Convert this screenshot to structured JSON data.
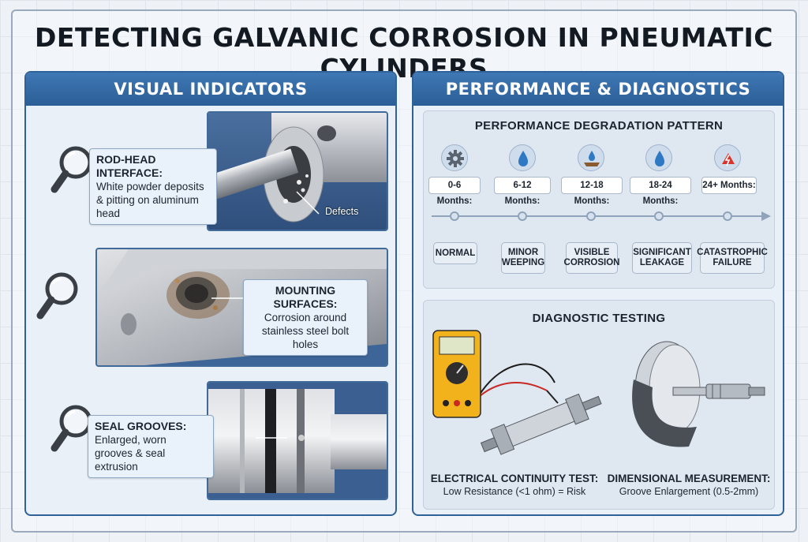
{
  "title": "DETECTING GALVANIC CORROSION IN PNEUMATIC CYLINDERS",
  "visual_indicators": {
    "header": "VISUAL INDICATORS",
    "items": [
      {
        "title": "ROD-HEAD INTERFACE:",
        "text": "White powder deposits & pitting on aluminum head",
        "pointer": "Defects"
      },
      {
        "title": "MOUNTING SURFACES:",
        "text": "Corrosion around stainless steel bolt holes"
      },
      {
        "title": "SEAL GROOVES:",
        "text": "Enlarged, worn grooves & seal extrusion"
      }
    ]
  },
  "performance": {
    "header": "PERFORMANCE & DIAGNOSTICS",
    "degradation": {
      "title": "PERFORMANCE DEGRADATION PATTERN",
      "stages": [
        {
          "period": "0-6 Months:",
          "state": "NORMAL",
          "icon": "gear-icon"
        },
        {
          "period": "6-12 Months:",
          "state": "MINOR WEEPING",
          "icon": "water-drop-icon"
        },
        {
          "period": "12-18 Months:",
          "state": "VISIBLE CORROSION",
          "icon": "corrosion-icon"
        },
        {
          "period": "18-24 Months:",
          "state": "SIGNIFICANT LEAKAGE",
          "icon": "water-drop-icon"
        },
        {
          "period": "24+ Months:",
          "state": "CATASTROPHIC FAILURE",
          "icon": "failure-icon"
        }
      ]
    },
    "diagnostic": {
      "title": "DIAGNOSTIC TESTING",
      "tests": [
        {
          "title": "ELECTRICAL CONTINUITY TEST:",
          "text": "Low Resistance (<1 ohm) = Risk",
          "icon": "multimeter-icon"
        },
        {
          "title": "DIMENSIONAL MEASUREMENT:",
          "text": "Groove Enlargement (0.5-2mm)",
          "icon": "micrometer-icon"
        }
      ]
    }
  },
  "colors": {
    "header_blue": "#2f6299",
    "panel_bg": "#eaf0f7",
    "warning_red": "#d9342b",
    "meter_yellow": "#f2b21b"
  }
}
